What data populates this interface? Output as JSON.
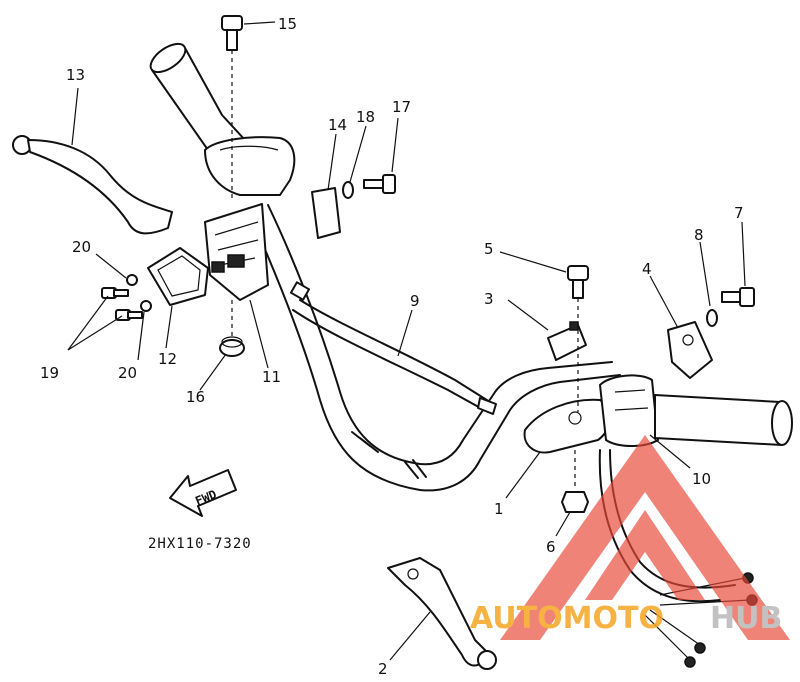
{
  "diagram_code": "2HX110-7320",
  "fwd_label": "FWD",
  "callouts": [
    {
      "id": "1",
      "label": "1"
    },
    {
      "id": "2",
      "label": "2"
    },
    {
      "id": "3",
      "label": "3"
    },
    {
      "id": "4",
      "label": "4"
    },
    {
      "id": "5",
      "label": "5"
    },
    {
      "id": "6",
      "label": "6"
    },
    {
      "id": "7",
      "label": "7"
    },
    {
      "id": "8",
      "label": "8"
    },
    {
      "id": "9",
      "label": "9"
    },
    {
      "id": "10",
      "label": "10"
    },
    {
      "id": "11",
      "label": "11"
    },
    {
      "id": "12",
      "label": "12"
    },
    {
      "id": "13",
      "label": "13"
    },
    {
      "id": "14",
      "label": "14"
    },
    {
      "id": "15",
      "label": "15"
    },
    {
      "id": "16",
      "label": "16"
    },
    {
      "id": "17",
      "label": "17"
    },
    {
      "id": "18",
      "label": "18"
    },
    {
      "id": "19",
      "label": "19"
    },
    {
      "id": "20a",
      "label": "20"
    },
    {
      "id": "20b",
      "label": "20"
    }
  ],
  "watermark": {
    "text_orange": "AUTOMOTO",
    "text_gray": "HUB",
    "color_red": "#e8493a",
    "color_orange": "#f5a623",
    "color_gray": "#b8b8b8"
  }
}
